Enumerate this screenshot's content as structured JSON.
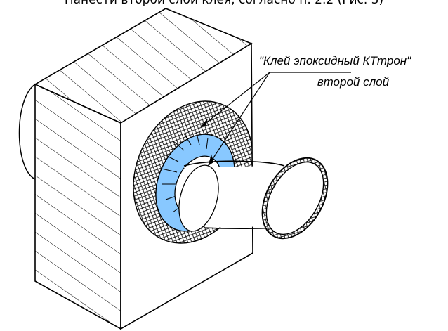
{
  "caption": "Нанести второй слой клея, согласно п. 2.2 (Рис. 3)",
  "annotation": {
    "line1": "\"Клей эпоксидный КТтрон\"",
    "line2": "второй слой"
  },
  "colors": {
    "seal_fill": "#88c8ff",
    "line": "#000000",
    "background": "#ffffff"
  }
}
